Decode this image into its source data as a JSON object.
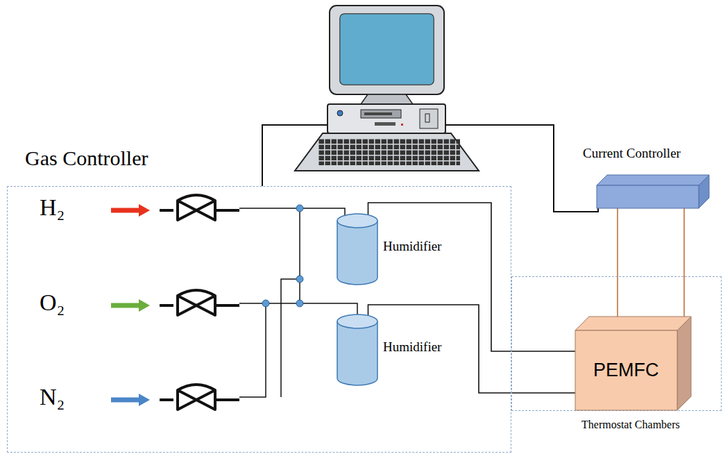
{
  "diagram": {
    "nodes": [
      {
        "text": [
          "Gas Controller"
        ]
      },
      {
        "text": [
          "Humidifier"
        ],
        "in": 0
      },
      {
        "text": [
          "Humidifier"
        ],
        "in": 0
      },
      {
        "text": [
          "Current Controller"
        ]
      },
      {
        "text": [
          "Thermostat Chambers"
        ]
      },
      {
        "text": [
          "PEMFC"
        ],
        "in": 4
      }
    ],
    "edges": [
      {
        "from": 1,
        "to": 5,
        "arrow": "none"
      },
      {
        "from": 2,
        "to": 5,
        "arrow": "none"
      },
      {
        "from": 3,
        "to": 5,
        "arrow": "none"
      },
      {
        "from": 3,
        "to": 5,
        "arrow": "none"
      }
    ],
    "labels": [
      "H₂",
      "O₂",
      "N₂"
    ]
  }
}
